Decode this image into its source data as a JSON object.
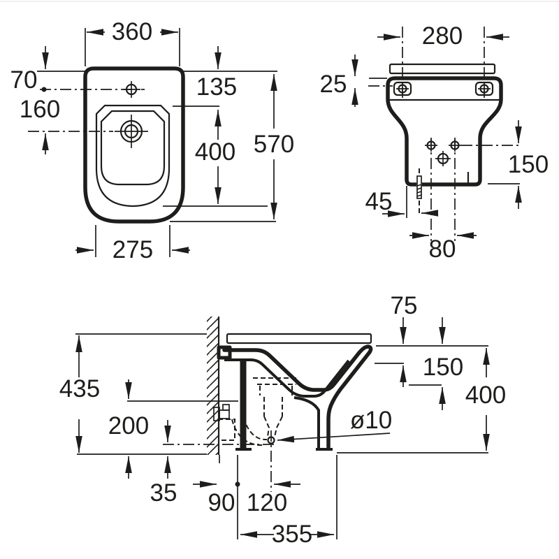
{
  "page": {
    "background": "#ffffff",
    "line_color": "#1d1d1b",
    "border_color": "#ececec"
  },
  "dims": {
    "plan": {
      "overall_width": "360",
      "tap_hole_setback": "70",
      "tap_to_drain": "160",
      "front_to_basin": "135",
      "basin_length": "400",
      "overall_depth": "570",
      "base_width": "275"
    },
    "rear": {
      "fixing_hole_centers": "280",
      "top_to_fixing_holes": "25",
      "holes_to_base": "150",
      "edge_to_bolt": "45",
      "drill_hole_centers": "80"
    },
    "side": {
      "rim_to_inner_ledge": "75",
      "rim_to_bowl_step": "150",
      "rim_to_floor": "400",
      "overall_height": "435",
      "inlet_height": "200",
      "outlet_height": "35",
      "wall_to_fixing_line": "90",
      "fixing_line_to_drain": "120",
      "base_depth": "355",
      "outlet_diameter": "ø10"
    }
  }
}
